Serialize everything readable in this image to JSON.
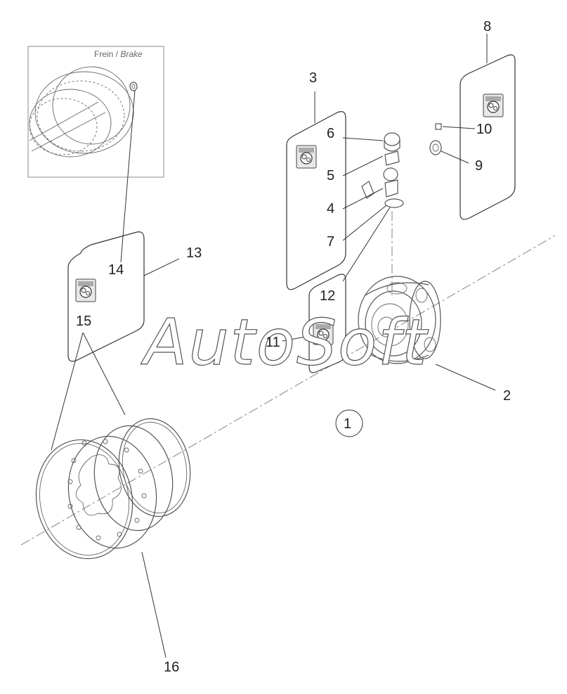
{
  "inset": {
    "label_part1": "Frein /",
    "label_part2": "Brake"
  },
  "watermark": "AutoSoft",
  "parts": {
    "p1": "1",
    "p2": "2",
    "p3": "3",
    "p4": "4",
    "p5": "5",
    "p6": "6",
    "p7": "7",
    "p8": "8",
    "p9": "9",
    "p10": "10",
    "p11": "11",
    "p12": "12",
    "p13": "13",
    "p14": "14",
    "p15": "15",
    "p16": "16"
  },
  "colors": {
    "line": "#555555",
    "text": "#222222"
  },
  "icons": [
    "kit-bag-icon"
  ]
}
